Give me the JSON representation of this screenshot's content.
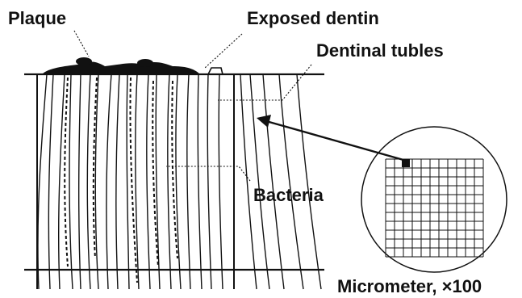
{
  "labels": {
    "plaque": "Plaque",
    "exposed_dentin": "Exposed dentin",
    "dentinal_tubles": "Dentinal tubles",
    "bacteria": "Bacteria",
    "micrometer": "Micrometer, ×100"
  },
  "colors": {
    "ink": "#111111",
    "background": "#ffffff"
  }
}
